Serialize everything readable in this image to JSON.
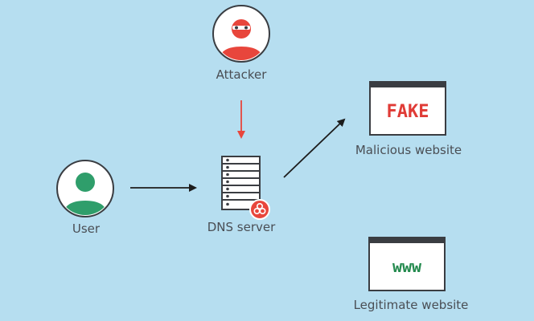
{
  "nodes": {
    "attacker": {
      "label": "Attacker"
    },
    "user": {
      "label": "User"
    },
    "dns": {
      "label": "DNS server"
    },
    "malicious": {
      "label": "Malicious website",
      "screen_text": "FAKE"
    },
    "legitimate": {
      "label": "Legitimate website",
      "screen_text": "www"
    }
  },
  "colors": {
    "background": "#b6def0",
    "attacker_red": "#e8463c",
    "user_green": "#2f9e6b",
    "arrow_red": "#e8463c",
    "arrow_dark": "#1c1c1c",
    "fake_text": "#e03b36",
    "www_text": "#238a4e"
  },
  "icons": {
    "attacker": "hacker-avatar-icon",
    "user": "user-avatar-icon",
    "dns": "server-rack-icon",
    "dns_badge": "biohazard-icon",
    "malicious": "browser-window-icon",
    "legitimate": "browser-window-icon"
  }
}
